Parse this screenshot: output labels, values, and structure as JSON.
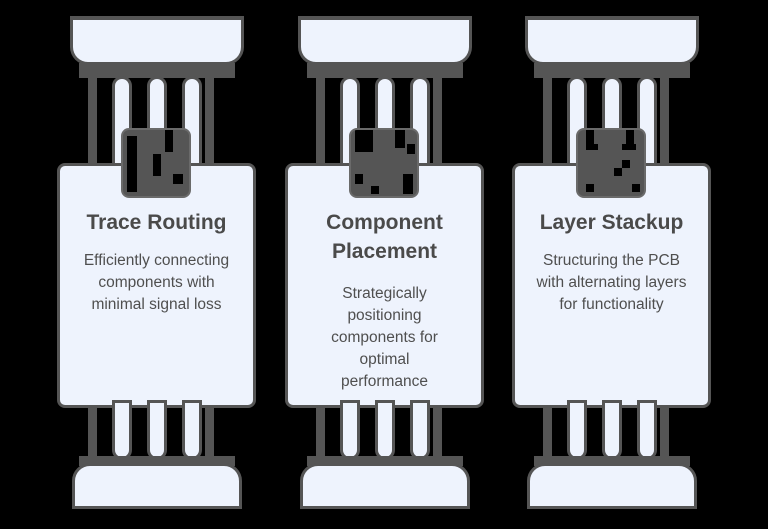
{
  "diagram": {
    "type": "three-pillar PCB design concepts",
    "colors": {
      "background": "#000000",
      "fill": "#eef3fd",
      "stroke": "#555555",
      "text": "#4a4a4a"
    },
    "pillars": [
      {
        "title": "Trace Routing",
        "description": "Efficiently connecting components with minimal signal loss",
        "icon": "trace-routing-icon"
      },
      {
        "title": "Component Placement",
        "description": "Strategically positioning components for optimal performance",
        "icon": "component-placement-icon"
      },
      {
        "title": "Layer Stackup",
        "description": "Structuring the PCB with alternating layers for functionality",
        "icon": "layer-stackup-icon"
      }
    ]
  }
}
